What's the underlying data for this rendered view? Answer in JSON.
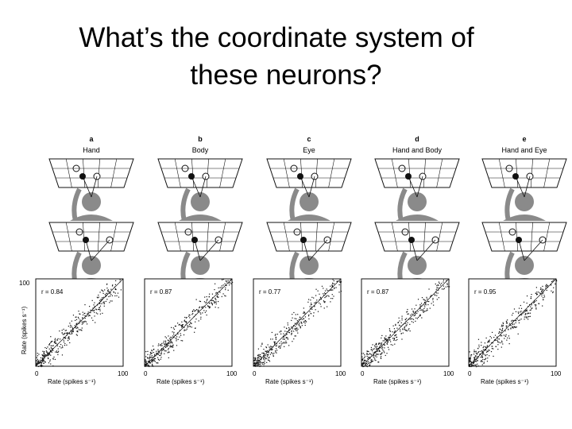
{
  "slide": {
    "title_line1": "What’s the coordinate system of",
    "title_line2": "these neurons?"
  },
  "panels": [
    {
      "letter": "a",
      "condition": "Hand",
      "r": "r = 0.84"
    },
    {
      "letter": "b",
      "condition": "Body",
      "r": "r = 0.87"
    },
    {
      "letter": "c",
      "condition": "Eye",
      "r": "r = 0.77"
    },
    {
      "letter": "d",
      "condition": "Hand and Body",
      "r": "r = 0.87"
    },
    {
      "letter": "e",
      "condition": "Hand and Eye",
      "r": "r = 0.95"
    }
  ],
  "axes": {
    "xlabel": "Rate (spikes s⁻¹)",
    "ylabel": "Rate (spikes s⁻¹)",
    "tick_min": "0",
    "tick_max": "100"
  },
  "colors": {
    "ink": "#111111",
    "silhouette": "#8a8a8a",
    "background": "#ffffff"
  }
}
